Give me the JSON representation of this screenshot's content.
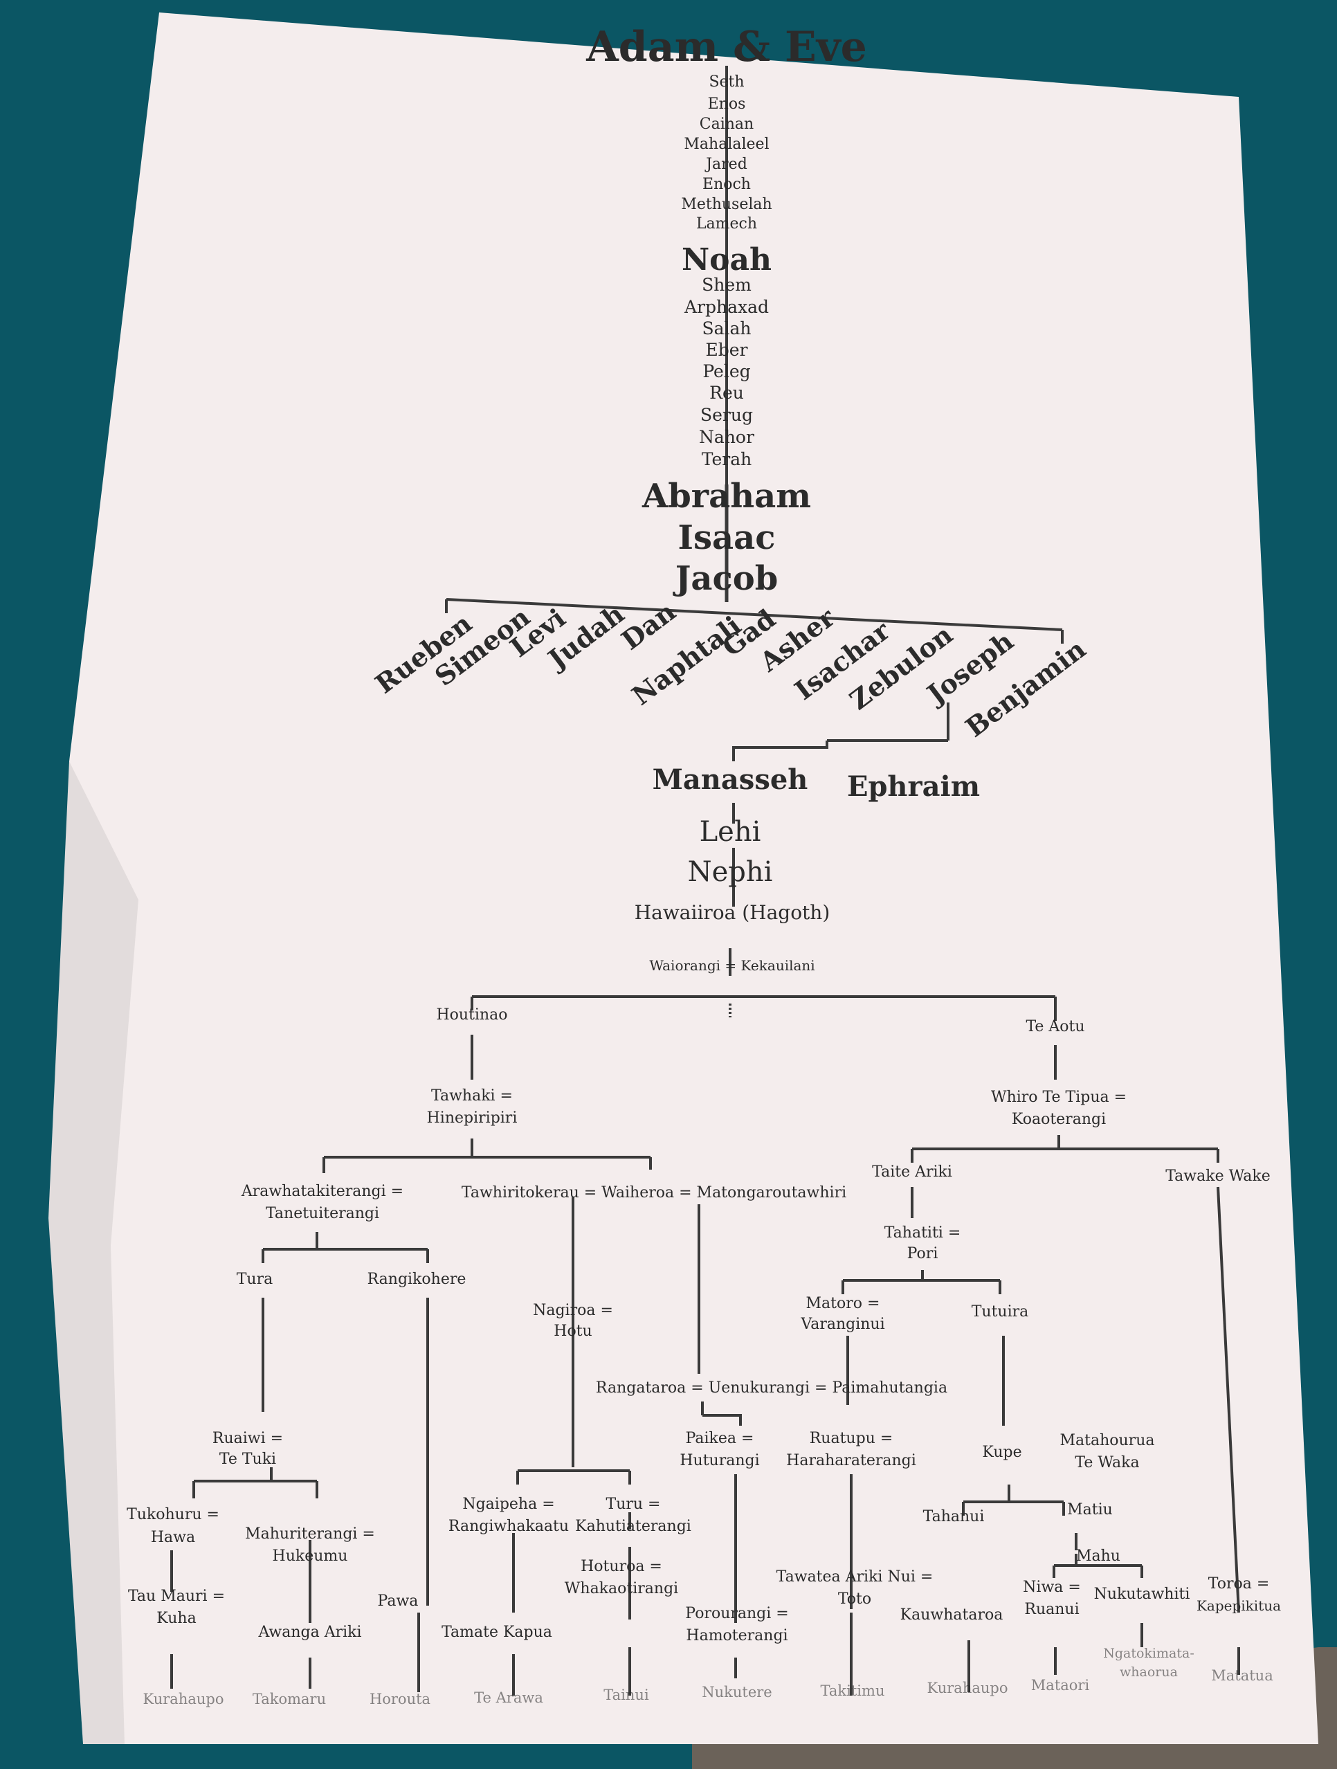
{
  "title": "Adam & Eve",
  "colors": {
    "background": "#0b5664",
    "paper": "#f4eded",
    "ink": "#2b2b2b",
    "carpet": "#6b6259"
  },
  "nodes": {
    "seth": "Seth",
    "enos": "Enos",
    "cainan": "Cainan",
    "mahalaleel": "Mahalaleel",
    "jared": "Jared",
    "enoch": "Enoch",
    "methuselah": "Methuselah",
    "lamech": "Lamech",
    "noah": "Noah",
    "shem": "Shem",
    "arphaxad": "Arphaxad",
    "salah": "Salah",
    "eber": "Eber",
    "peleg": "Peleg",
    "reu": "Reu",
    "serug": "Serug",
    "nahor": "Nahor",
    "terah": "Terah",
    "abraham": "Abraham",
    "isaac": "Isaac",
    "jacob": "Jacob",
    "rueben": "Rueben",
    "simeon": "Simeon",
    "levi": "Levi",
    "judah": "Judah",
    "dan": "Dan",
    "naphtali": "Naphtali",
    "gad": "Gad",
    "asher": "Asher",
    "isachar": "Isachar",
    "zebulon": "Zebulon",
    "joseph": "Joseph",
    "benjamin": "Benjamin",
    "manasseh": "Manasseh",
    "ephraim": "Ephraim",
    "lehi": "Lehi",
    "nephi": "Nephi",
    "hawaiiroa": "Hawaiiroa (Hagoth)",
    "waiorangi": "Waiorangi = Kekauilani",
    "houtinao": "Houtinao",
    "te_aotu": "Te Aotu",
    "tawhaki_1": "Tawhaki =",
    "tawhaki_2": "Hinepiripiri",
    "whiro_1": "Whiro Te Tipua =",
    "whiro_2": "Koaoterangi",
    "arawhata_1": "Arawhatakiterangi =",
    "arawhata_2": "Tanetuiterangi",
    "tawhiritokerau": "Tawhiritokerau = Waiheroa = Matongaroutawhiri",
    "taite_ariki": "Taite Ariki",
    "tawake_wake": "Tawake Wake",
    "tahatiti_1": "Tahatiti =",
    "tahatiti_2": "Pori",
    "tura": "Tura",
    "rangikohere": "Rangikohere",
    "nagiroa_1": "Nagiroa =",
    "nagiroa_2": "Hotu",
    "matoro_1": "Matoro =",
    "matoro_2": "Varanginui",
    "tutuira": "Tutuira",
    "rangataroa": "Rangataroa = Uenukurangi = Paimahutangia",
    "ruaiwi_1": "Ruaiwi =",
    "ruaiwi_2": "Te Tuki",
    "paikea_1": "Paikea =",
    "paikea_2": "Huturangi",
    "ruatupu_1": "Ruatupu =",
    "ruatupu_2": "Haraharaterangi",
    "kupe": "Kupe",
    "matahourua_1": "Matahourua",
    "matahourua_2": "Te Waka",
    "tukohuru_1": "Tukohuru =",
    "tukohuru_2": "Hawa",
    "mahuriterangi_1": "Mahuriterangi =",
    "mahuriterangi_2": "Hukeumu",
    "ngaipeha_1": "Ngaipeha =",
    "ngaipeha_2": "Rangiwhakaatu",
    "turu_1": "Turu =",
    "turu_2": "Kahutiaterangi",
    "tahanui": "Tahanui",
    "matiu": "Matiu",
    "mahu": "Mahu",
    "hoturoa_1": "Hoturoa =",
    "hoturoa_2": "Whakaotirangi",
    "tawatea_1": "Tawatea Ariki Nui =",
    "tawatea_2": "Toto",
    "tau_mauri_1": "Tau Mauri =",
    "tau_mauri_2": "Kuha",
    "pawa": "Pawa",
    "awanga_ariki": "Awanga Ariki",
    "tamate_kapua": "Tamate Kapua",
    "porourangi_1": "Porourangi =",
    "porourangi_2": "Hamoterangi",
    "kauwhataroa": "Kauwhataroa",
    "niwa_1": "Niwa =",
    "niwa_2": "Ruanui",
    "nukutawhiti": "Nukutawhiti",
    "toroa_1": "Toroa =",
    "toroa_2": "Kapepikitua",
    "ngatokimata_1": "Ngatokimata-",
    "ngatokimata_2": "whaorua"
  },
  "waka": [
    "Kurahaupo",
    "Takomaru",
    "Horouta",
    "Te Arawa",
    "Tainui",
    "Nukutere",
    "Takitimu",
    "Kurahaupo",
    "Mataori",
    "Matatua"
  ]
}
